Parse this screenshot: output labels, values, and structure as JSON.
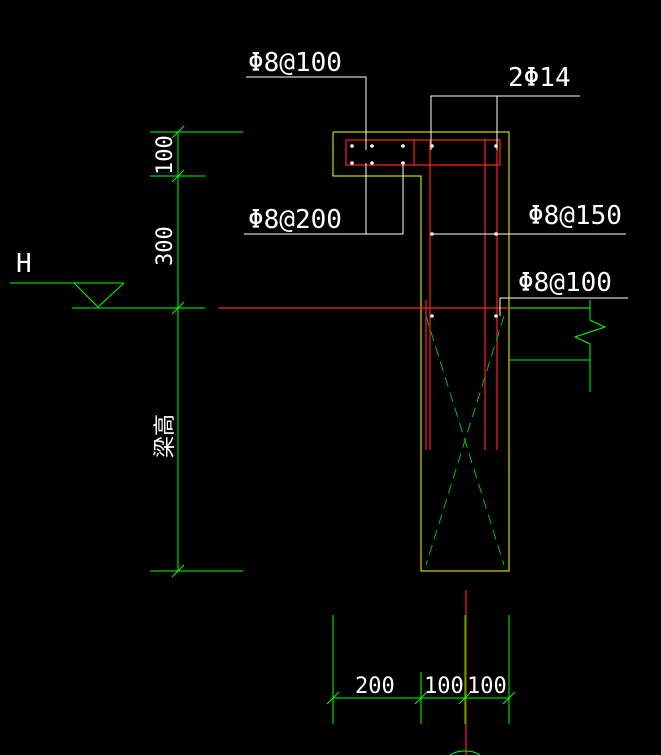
{
  "labels": {
    "top_stirrup": "Φ8@100",
    "top_bars": "2Φ14",
    "mid_stirrup": "Φ8@200",
    "web_stirrup": "Φ8@150",
    "beam_stirrup": "Φ8@100",
    "level_mark": "H",
    "beam_height": "梁高"
  },
  "vertical_dims": [
    "100",
    "300"
  ],
  "horizontal_dims": [
    "200",
    "100",
    "100"
  ],
  "colors": {
    "background": "#000000",
    "outline": "#ffff00",
    "rebar": "#ff2020",
    "dimension": "#00ff00",
    "leader": "#ffffff"
  }
}
